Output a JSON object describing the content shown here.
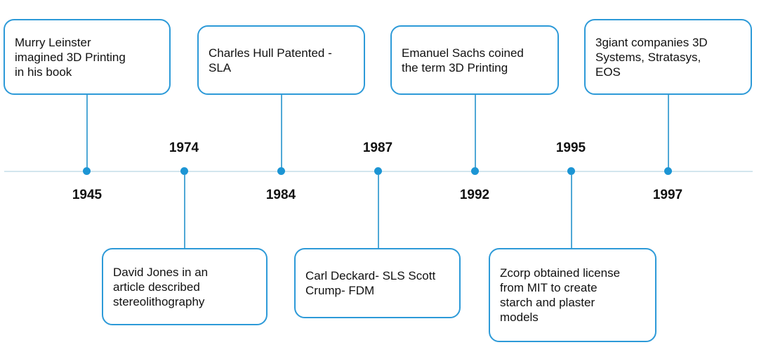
{
  "timeline": {
    "events": [
      {
        "year": "1945",
        "text": "Murry Leinster\nimagined 3D Printing\nin his book"
      },
      {
        "year": "1974",
        "text": "David Jones in an\narticle described\nstereolithography"
      },
      {
        "year": "1984",
        "text": "Charles Hull Patented -\nSLA"
      },
      {
        "year": "1987",
        "text": "Carl Deckard- SLS Scott\nCrump- FDM"
      },
      {
        "year": "1992",
        "text": "Emanuel Sachs coined\nthe term 3D Printing"
      },
      {
        "year": "1995",
        "text": "Zcorp obtained license\nfrom MIT to create\nstarch and plaster\nmodels"
      },
      {
        "year": "1997",
        "text": "3giant companies 3D\nSystems, Stratasys,\nEOS"
      }
    ]
  },
  "colors": {
    "accent": "#2d9ad8",
    "dot": "#1c95d4",
    "axis": "#d3e6ee"
  }
}
